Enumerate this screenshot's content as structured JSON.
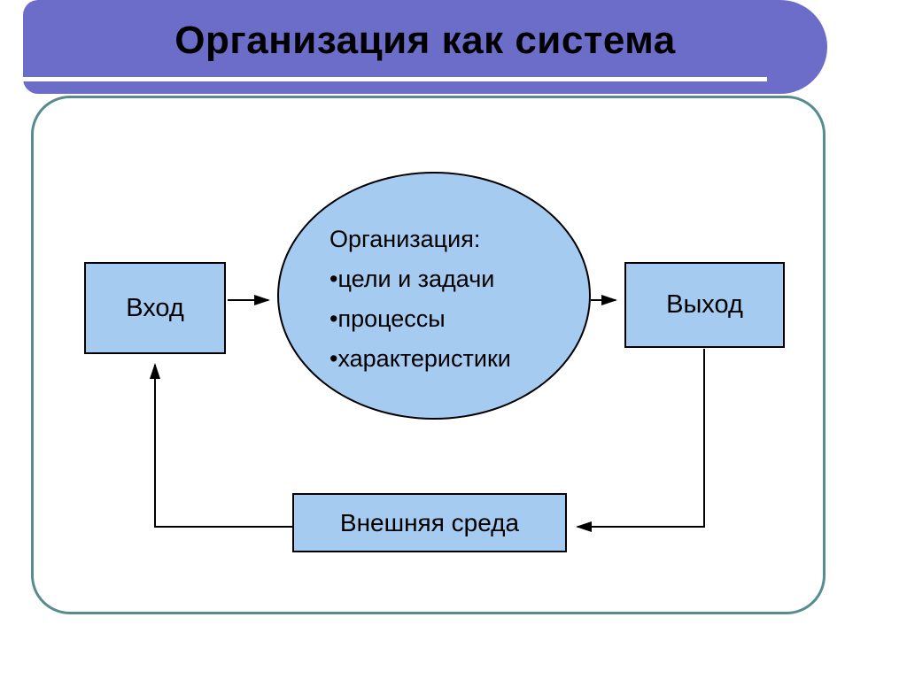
{
  "slide": {
    "title": "Организация как система"
  },
  "diagram": {
    "input_box": {
      "label": "Вход"
    },
    "output_box": {
      "label": "Выход"
    },
    "environment_box": {
      "label": "Внешняя среда"
    },
    "organization_ellipse": {
      "heading": "Организация:",
      "items": [
        "•цели и задачи",
        "•процессы",
        "•характеристики"
      ]
    }
  },
  "colors": {
    "title_bar": "#6C6CC9",
    "shape_fill": "#A5CBF1",
    "shape_border": "#000000",
    "frame_border": "#578C8C",
    "arrow": "#000000",
    "text": "#000000"
  }
}
